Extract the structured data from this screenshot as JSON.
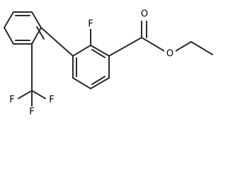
{
  "atoms": {
    "f_ring": "F",
    "o_carbonyl": "O",
    "o_ester": "O",
    "f_cf3_left": "F",
    "f_cf3_bottom": "F",
    "f_cf3_right": "F"
  },
  "colors": {
    "bond": "#2b2b2b",
    "label": "#000000",
    "background": "#ffffff"
  }
}
